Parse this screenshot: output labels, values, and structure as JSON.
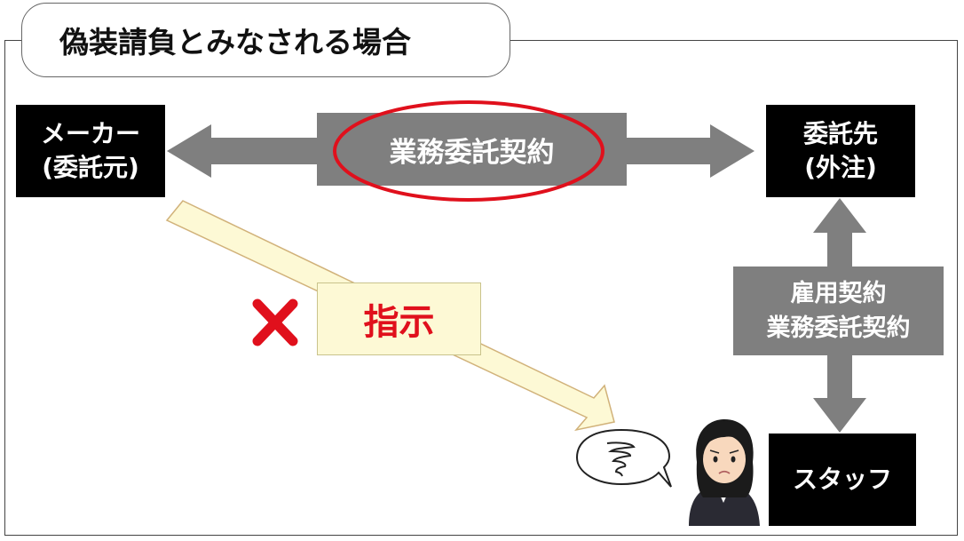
{
  "title": "偽装請負とみなされる場合",
  "nodes": {
    "maker": {
      "line1": "メーカー",
      "line2": "(委託元)"
    },
    "outsource": {
      "line1": "委託先",
      "line2": "(外注)"
    },
    "staff": {
      "label": "スタッフ"
    }
  },
  "edges": {
    "maker_outsource": {
      "label": "業務委託契約",
      "highlight_color": "#e0101c"
    },
    "outsource_staff": {
      "line1": "雇用契約",
      "line2": "業務委託契約"
    },
    "instruction": {
      "label": "指示",
      "color": "#e0101c",
      "status": "prohibited"
    }
  },
  "icons": {
    "prohibited_mark": "cross-mark-icon",
    "speech_bubble": "confused-swirl-icon",
    "person": "worried-woman-icon"
  },
  "colors": {
    "arrow_grey": "#7f7f7f",
    "box_black": "#000000",
    "instruction_fill": "#fdf9d5",
    "alert_red": "#e0101c"
  }
}
